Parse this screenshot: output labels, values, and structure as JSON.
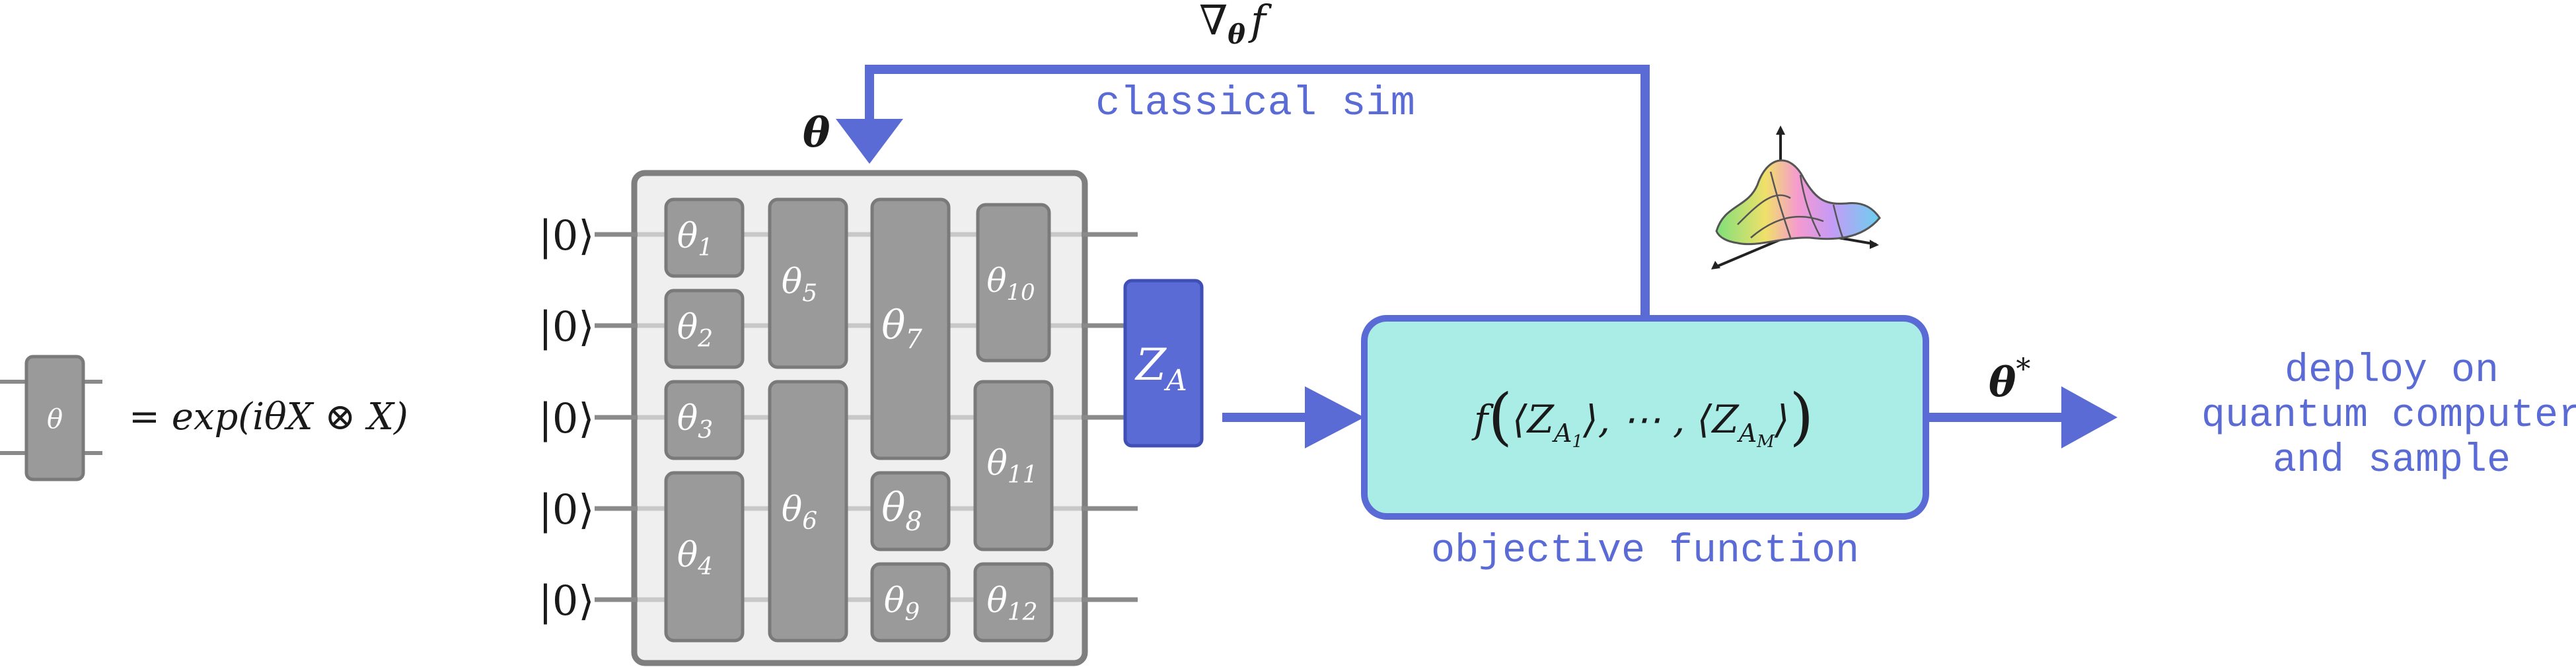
{
  "colors": {
    "accent_blue": "#5b6bd5",
    "gate_fill": "#9a9a9a",
    "gate_stroke": "#7a7a7a",
    "circuit_bg": "#efefef",
    "circuit_border": "#7f7f7f",
    "wire": "#c8c8c8",
    "objective_fill": "#a9ede6",
    "label_blue": "#5b6bd5",
    "text_dark": "#1a1a1a"
  },
  "legend": {
    "gate_label": "θ",
    "equation": "= exp(iθX ⊗ X)"
  },
  "circuit": {
    "qubit_labels": [
      "|0⟩",
      "|0⟩",
      "|0⟩",
      "|0⟩",
      "|0⟩"
    ],
    "params_label": "θ",
    "gates": [
      {
        "sub": "1"
      },
      {
        "sub": "2"
      },
      {
        "sub": "3"
      },
      {
        "sub": "4"
      },
      {
        "sub": "5"
      },
      {
        "sub": "6"
      },
      {
        "sub": "7"
      },
      {
        "sub": "8"
      },
      {
        "sub": "9"
      },
      {
        "sub": "10"
      },
      {
        "sub": "11"
      },
      {
        "sub": "12"
      }
    ],
    "gate_symbol": "θ"
  },
  "measurement": {
    "label": "Z",
    "sub": "A"
  },
  "feedback": {
    "gradient_label": "∇",
    "gradient_theta": "θ",
    "gradient_f": "f",
    "sim_label": "classical sim"
  },
  "objective": {
    "expr_f": "f",
    "expr_left": "⟨Z",
    "expr_sub1": "A",
    "expr_sub1_idx": "1",
    "expr_mid": "⟩, ⋯ , ⟨Z",
    "expr_sub2": "A",
    "expr_sub2_idx": "M",
    "expr_right": "⟩",
    "caption": "objective function"
  },
  "output": {
    "theta_star": "θ",
    "star": "*",
    "deploy_lines": [
      "deploy on",
      "quantum computer",
      "and sample"
    ]
  },
  "icons": {
    "landscape": "loss-landscape-icon"
  }
}
